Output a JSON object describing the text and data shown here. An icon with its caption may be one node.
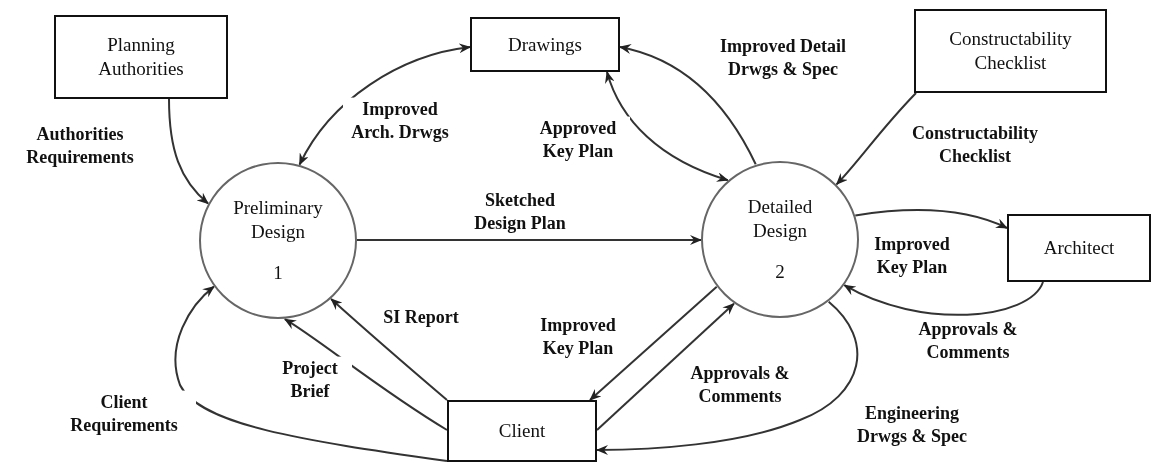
{
  "diagram": {
    "nodes": [
      {
        "text": [
          "Planning Authorities"
        ]
      },
      {
        "text": [
          "Drawings"
        ]
      },
      {
        "text": [
          "Constructability Checklist"
        ]
      },
      {
        "text": [
          "Preliminary Design",
          "1"
        ]
      },
      {
        "text": [
          "Detailed Design",
          "2"
        ]
      },
      {
        "text": [
          "Architect"
        ]
      },
      {
        "text": [
          "Client"
        ]
      }
    ],
    "edges": [
      {
        "from": 0,
        "to": 3,
        "arrow": "to",
        "label": "Authorities Requirements"
      },
      {
        "from": 1,
        "to": 3,
        "arrow": "both",
        "label": "Improved Arch. Drwgs"
      },
      {
        "from": 1,
        "to": 4,
        "arrow": "both",
        "label": "Approved Key Plan"
      },
      {
        "from": 4,
        "to": 1,
        "arrow": "to",
        "label": "Improved Detail Drwgs & Spec"
      },
      {
        "from": 2,
        "to": 4,
        "arrow": "to",
        "label": "Constructability Checklist"
      },
      {
        "from": 3,
        "to": 4,
        "arrow": "to",
        "label": "Sketched Design Plan"
      },
      {
        "from": 4,
        "to": 5,
        "arrow": "to",
        "label": "Improved Key Plan"
      },
      {
        "from": 5,
        "to": 4,
        "arrow": "to",
        "label": "Approvals & Comments"
      },
      {
        "from": 6,
        "to": 3,
        "arrow": "to",
        "label": "SI Report"
      },
      {
        "from": 6,
        "to": 3,
        "arrow": "to",
        "label": "Project Brief"
      },
      {
        "from": 6,
        "to": 3,
        "arrow": "to",
        "label": "Client Requirements"
      },
      {
        "from": 4,
        "to": 6,
        "arrow": "to",
        "label": "Improved Key Plan"
      },
      {
        "from": 6,
        "to": 4,
        "arrow": "to",
        "label": "Approvals & Comments"
      },
      {
        "from": 4,
        "to": 6,
        "arrow": "to",
        "label": "Engineering Drwgs & Spec"
      }
    ]
  }
}
